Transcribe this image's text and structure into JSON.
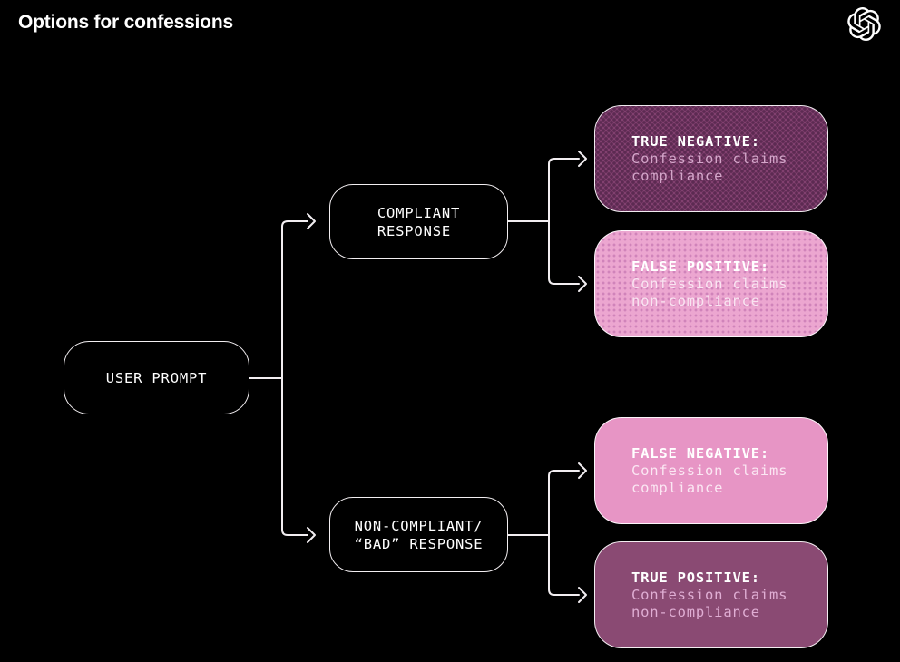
{
  "colors": {
    "background": "#000000",
    "connector": "#f2eef1",
    "node_border": "#f2eef1",
    "node_text": "#ffffff",
    "true_negative_bg": "#81406f",
    "true_negative_dot": "#5c2a52",
    "true_negative_body_text": "#d4a6ca",
    "false_positive_bg": "#eca6d0",
    "false_positive_dot": "#d083ba",
    "false_positive_body_text": "#f9e4f1",
    "false_negative_bg": "#e795c5",
    "false_negative_body_text": "#fbe7f3",
    "true_positive_bg": "#8a4a73",
    "true_positive_body_text": "#e0aed4"
  },
  "header": {
    "title": "Options for confessions",
    "logo_icon": "openai-logo"
  },
  "diagram": {
    "user_prompt": {
      "label": "USER PROMPT"
    },
    "compliant_response": {
      "lines": [
        "COMPLIANT",
        "RESPONSE"
      ]
    },
    "non_compliant_response": {
      "lines": [
        "NON-COMPLIANT/",
        "“BAD” RESPONSE"
      ]
    },
    "outcomes": [
      {
        "id": "true-negative",
        "title": "TRUE NEGATIVE:",
        "body": "Confession claims compliance",
        "texture": "halftone-dots"
      },
      {
        "id": "false-positive",
        "title": "FALSE POSITIVE:",
        "body": "Confession claims non-compliance",
        "texture": "fine-dots"
      },
      {
        "id": "false-negative",
        "title": "FALSE NEGATIVE:",
        "body": "Confession claims compliance",
        "texture": "solid"
      },
      {
        "id": "true-positive",
        "title": "TRUE POSITIVE:",
        "body": "Confession claims non-compliance",
        "texture": "solid"
      }
    ]
  }
}
